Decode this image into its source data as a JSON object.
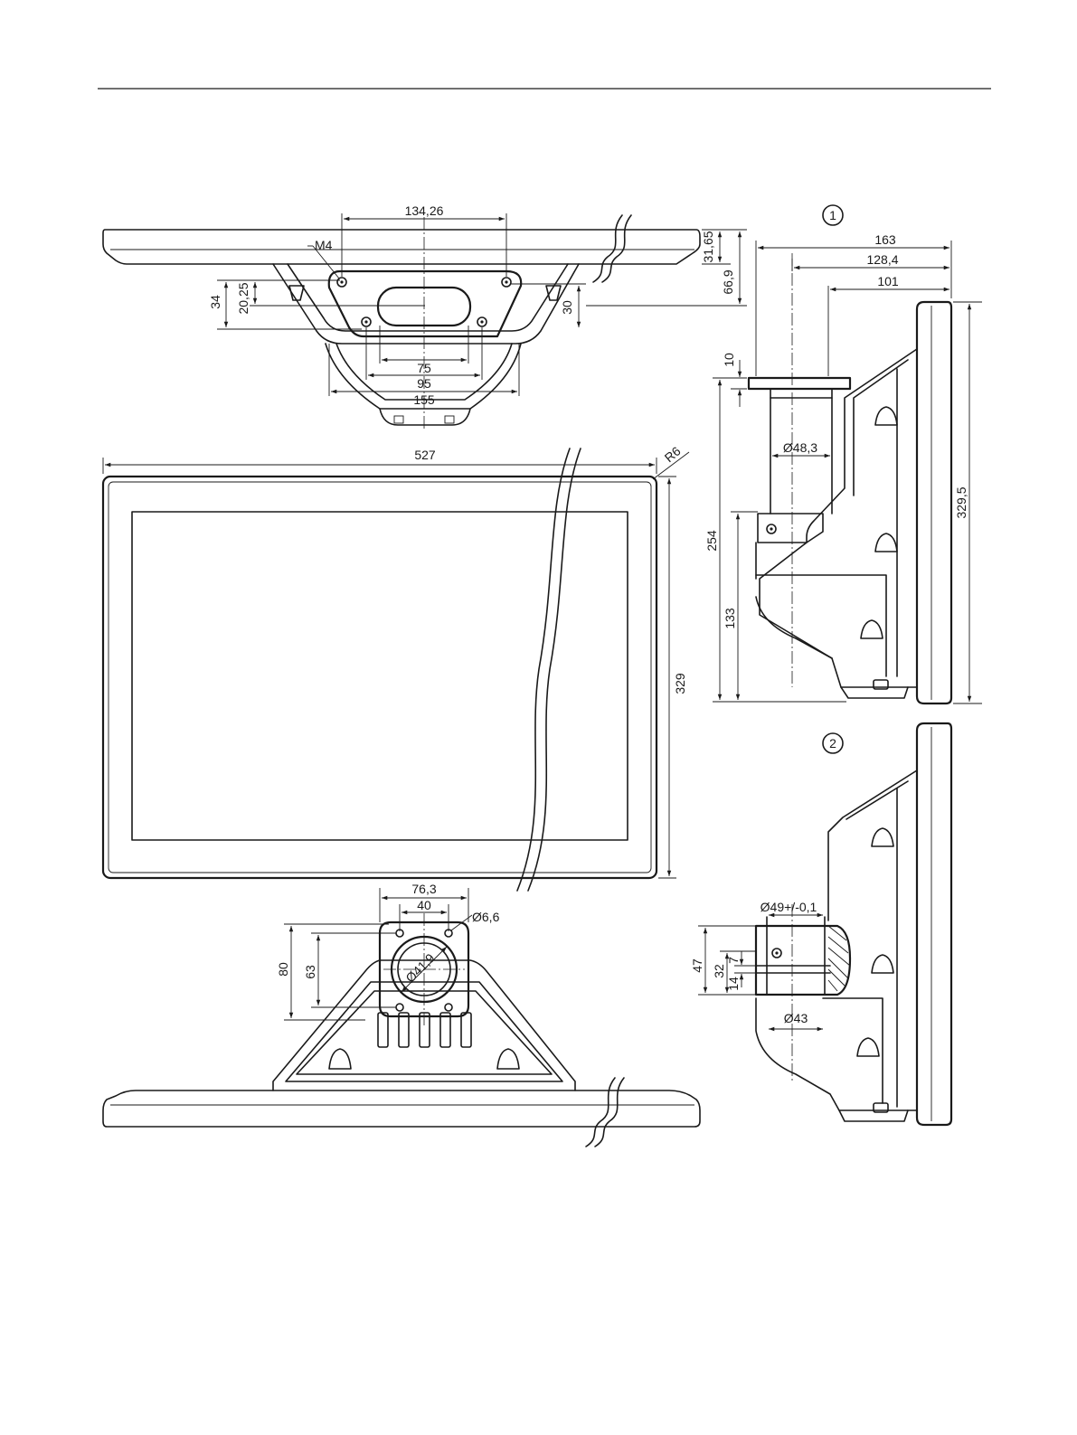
{
  "views": {
    "top": {
      "dims": {
        "d134_26": "134,26",
        "d31_65": "31,65",
        "d66_9": "66,9",
        "d34": "34",
        "d20_25": "20,25",
        "d30": "30",
        "d75": "75",
        "d95": "95",
        "d155": "155",
        "m4": "M4"
      }
    },
    "front": {
      "dims": {
        "d527": "527",
        "r6": "R6",
        "d329": "329"
      }
    },
    "bottom": {
      "dims": {
        "d76_3": "76,3",
        "d40": "40",
        "d6_6": "Ø6,6",
        "d80": "80",
        "d63": "63",
        "d41_9": "Ø41,9"
      }
    },
    "side1": {
      "marker": "1",
      "dims": {
        "d163": "163",
        "d128_4": "128,4",
        "d101": "101",
        "d10": "10",
        "d48_3": "Ø48,3",
        "d254": "254",
        "d133": "133",
        "d329_5": "329,5"
      }
    },
    "side2": {
      "marker": "2",
      "dims": {
        "d49": "Ø49+/-0,1",
        "d47": "47",
        "d32": "32",
        "d7": "7",
        "d14": "14",
        "d43": "Ø43"
      }
    }
  }
}
